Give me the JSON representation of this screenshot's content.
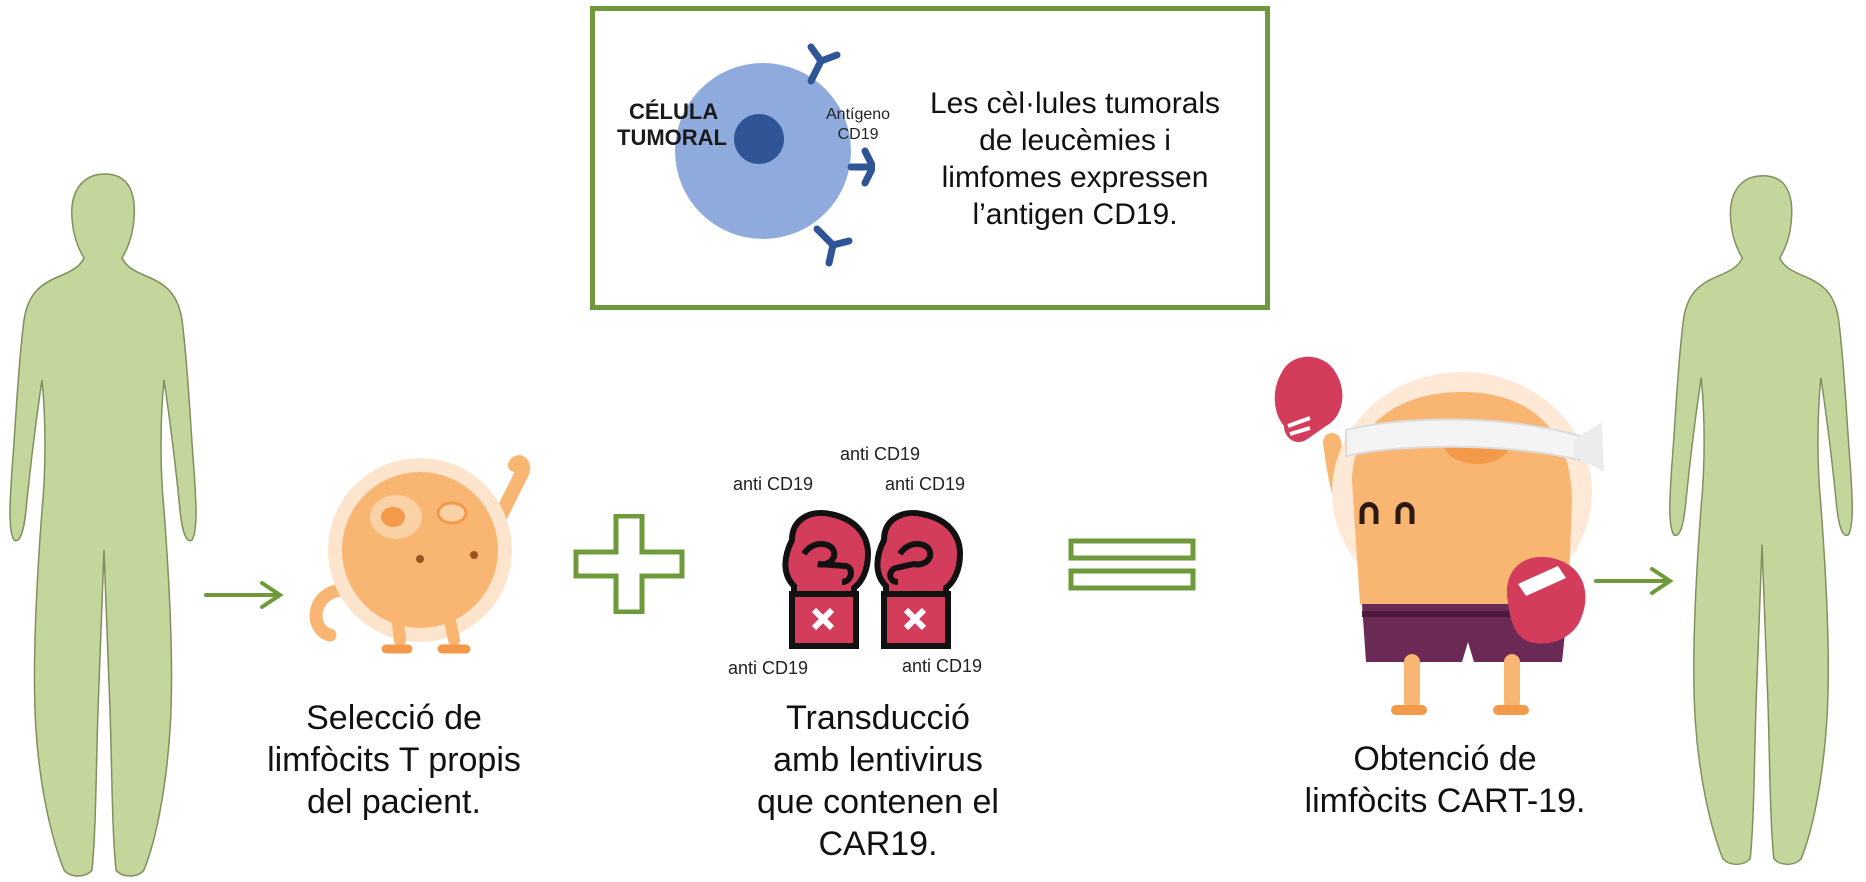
{
  "info_box": {
    "cell_title_line1": "CÉLULA",
    "cell_title_line2": "TUMORAL",
    "antigen_line1": "Antígeno",
    "antigen_line2": "CD19",
    "text_lines": [
      "Les cèl·lules tumorals",
      "de leucèmies i",
      "limfomes expressen",
      "l’antigen CD19."
    ]
  },
  "step1": {
    "caption_lines": [
      "Selecció de",
      "limfòcits T propis",
      "del pacient."
    ]
  },
  "step2": {
    "labels": {
      "top": "anti CD19",
      "top_left": "anti CD19",
      "top_right": "anti CD19",
      "bottom_left": "anti CD19",
      "bottom_right": "anti CD19"
    },
    "caption_lines": [
      "Transducció",
      "amb lentivirus",
      "que contenen el",
      "CAR19."
    ]
  },
  "step3": {
    "caption_lines": [
      "Obtenció de",
      "limfòcits CART-19."
    ]
  },
  "colors": {
    "silhouette": "#c3d69b",
    "silhouette_stroke": "#7f8f5e",
    "arrow": "#6e9a3c",
    "box_border": "#6e9a3c",
    "cell_light": "#8faadc",
    "cell_dark": "#2f5597",
    "lymphocyte": "#f9b572",
    "glove": "#d43c5b"
  }
}
